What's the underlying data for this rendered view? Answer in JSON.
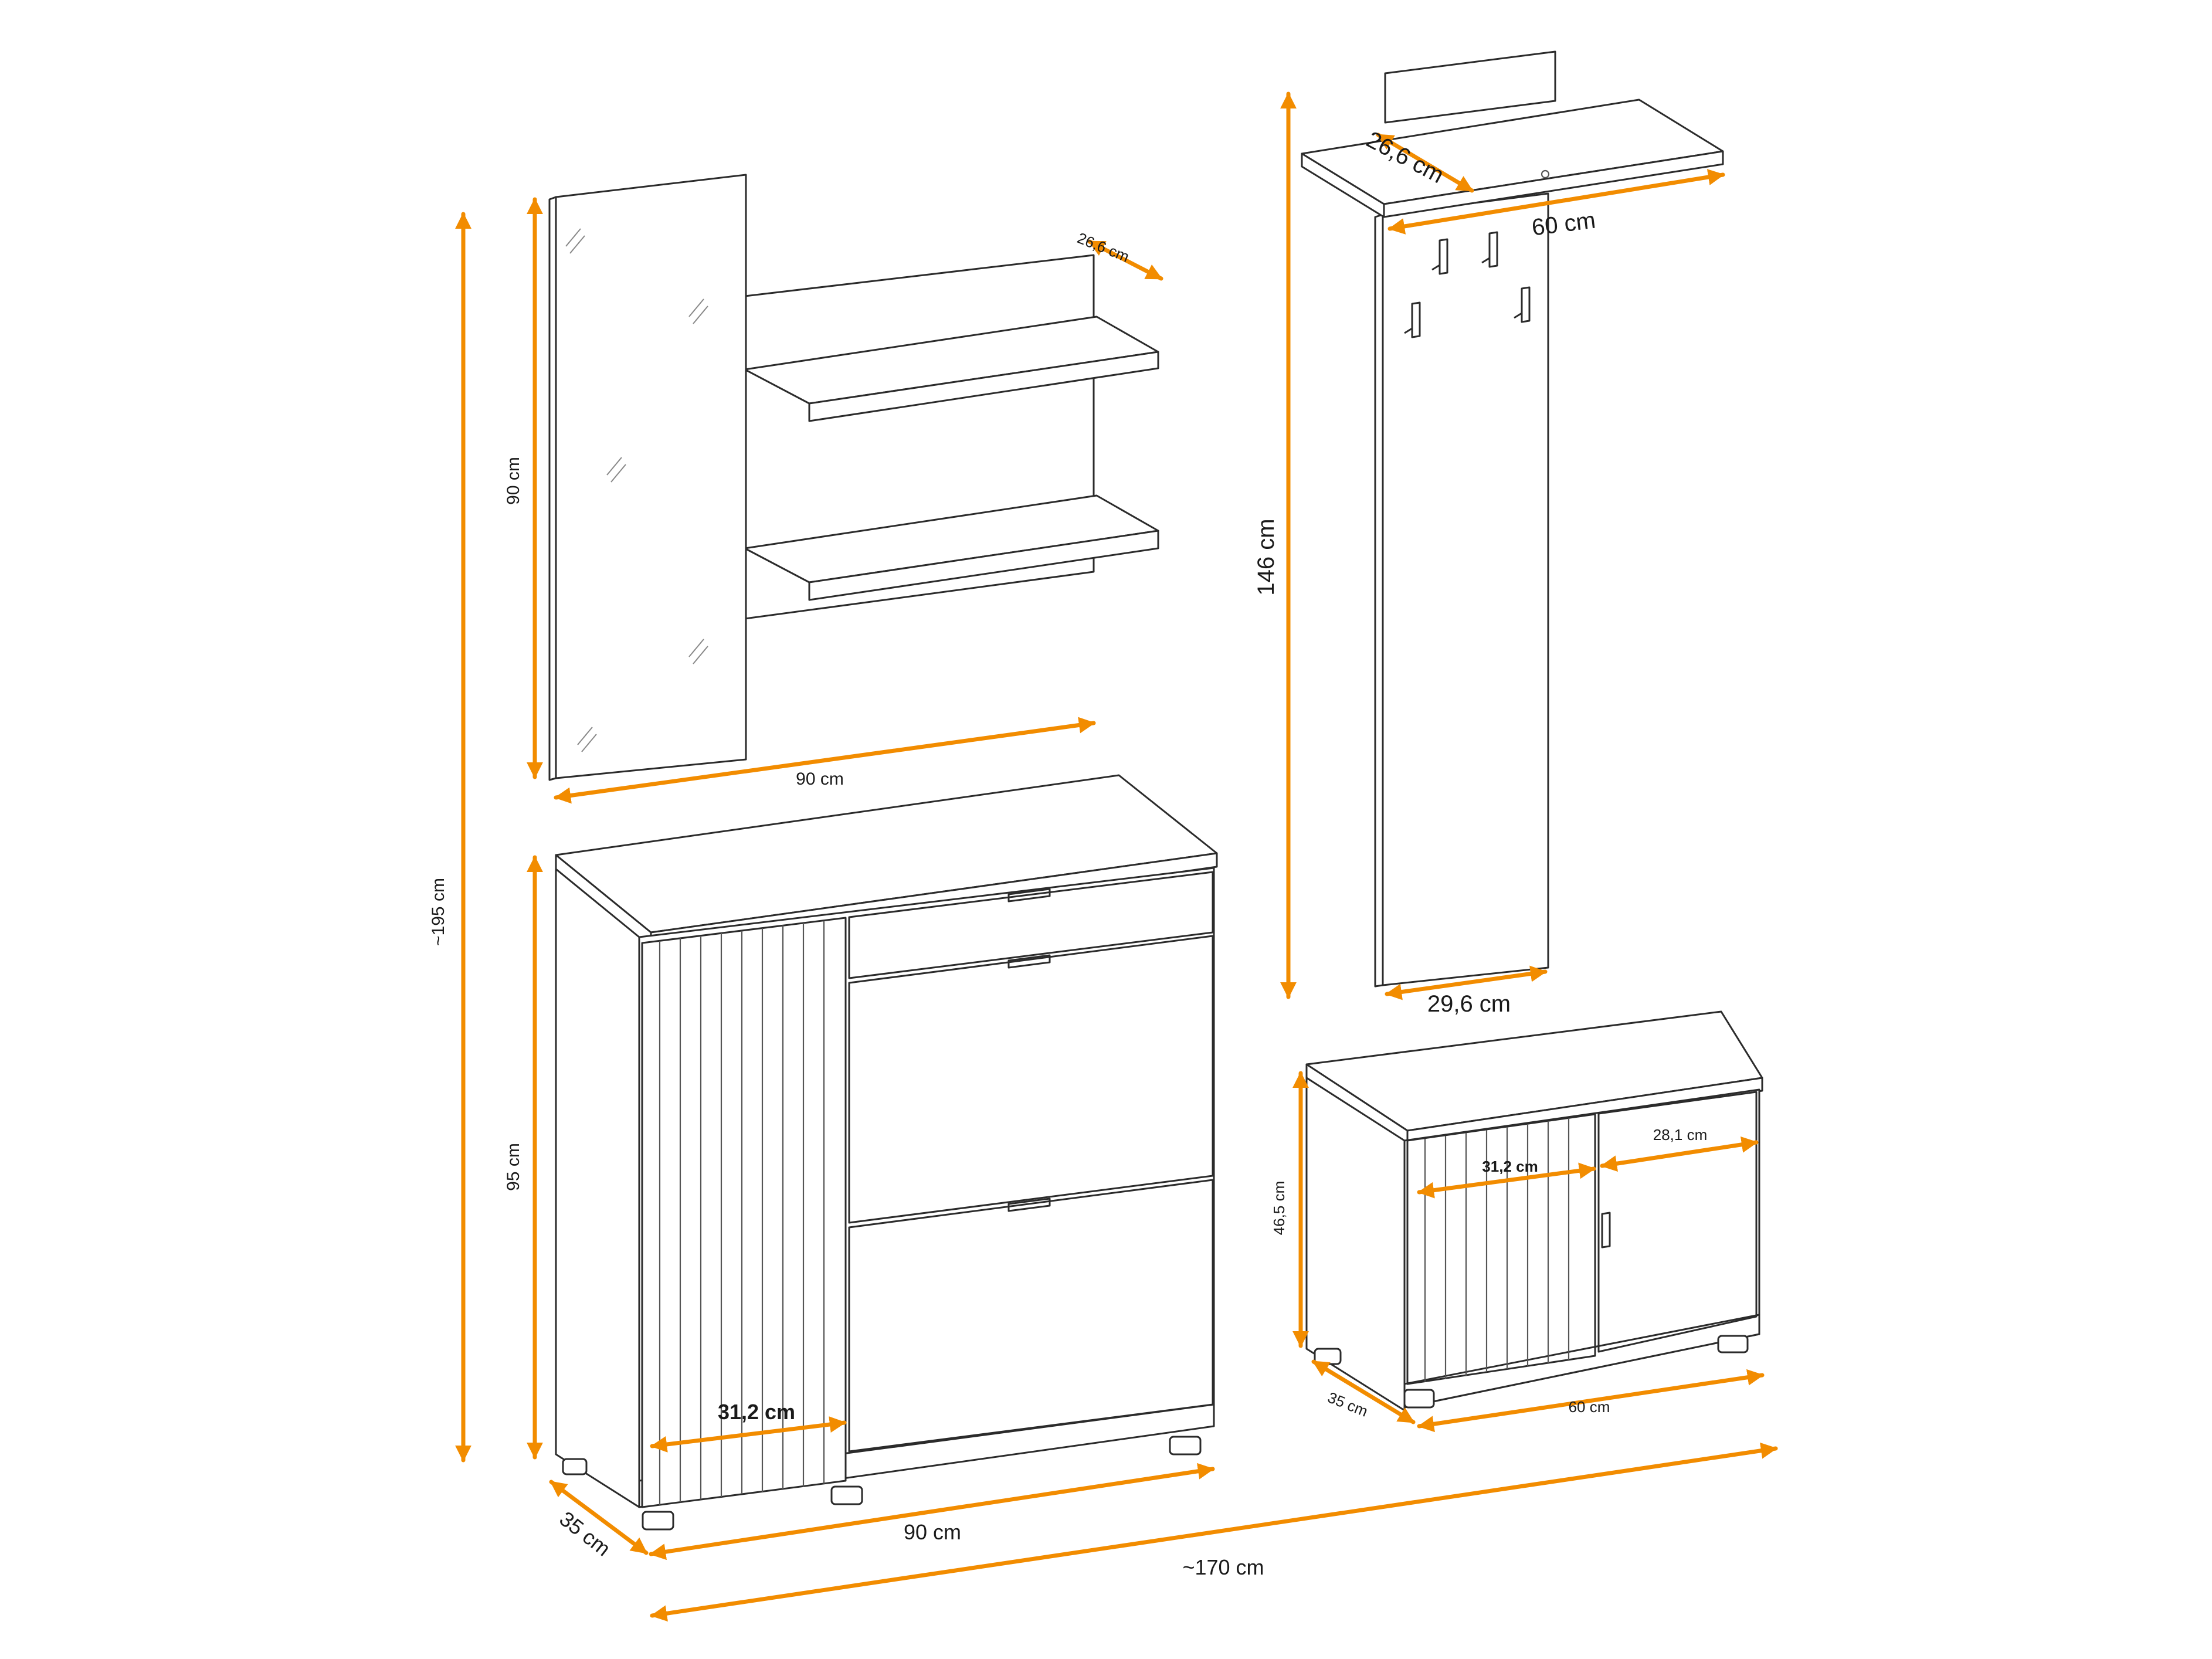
{
  "colors": {
    "dimension": "#F28C00",
    "line": "#2B2B2B",
    "background": "#FFFFFF"
  },
  "dimensions": {
    "mirror_shelf_height": "90 cm",
    "mirror_shelf_width": "90 cm",
    "wall_shelf_depth": "26,6 cm",
    "overall_height": "~195 cm",
    "shoe_cabinet_height": "95 cm",
    "shoe_cabinet_width": "90 cm",
    "shoe_cabinet_depth": "35 cm",
    "slat_door_width": "31,2 cm",
    "overall_width": "~170 cm",
    "coat_panel_height": "146 cm",
    "coat_panel_top_depth": "26,6 cm",
    "coat_panel_top_width": "60 cm",
    "coat_panel_width": "29,6 cm",
    "bench_height": "46,5 cm",
    "bench_slat_door_width": "31,2 cm",
    "bench_plain_door_width": "28,1 cm",
    "bench_width": "60 cm",
    "bench_depth": "35 cm"
  }
}
